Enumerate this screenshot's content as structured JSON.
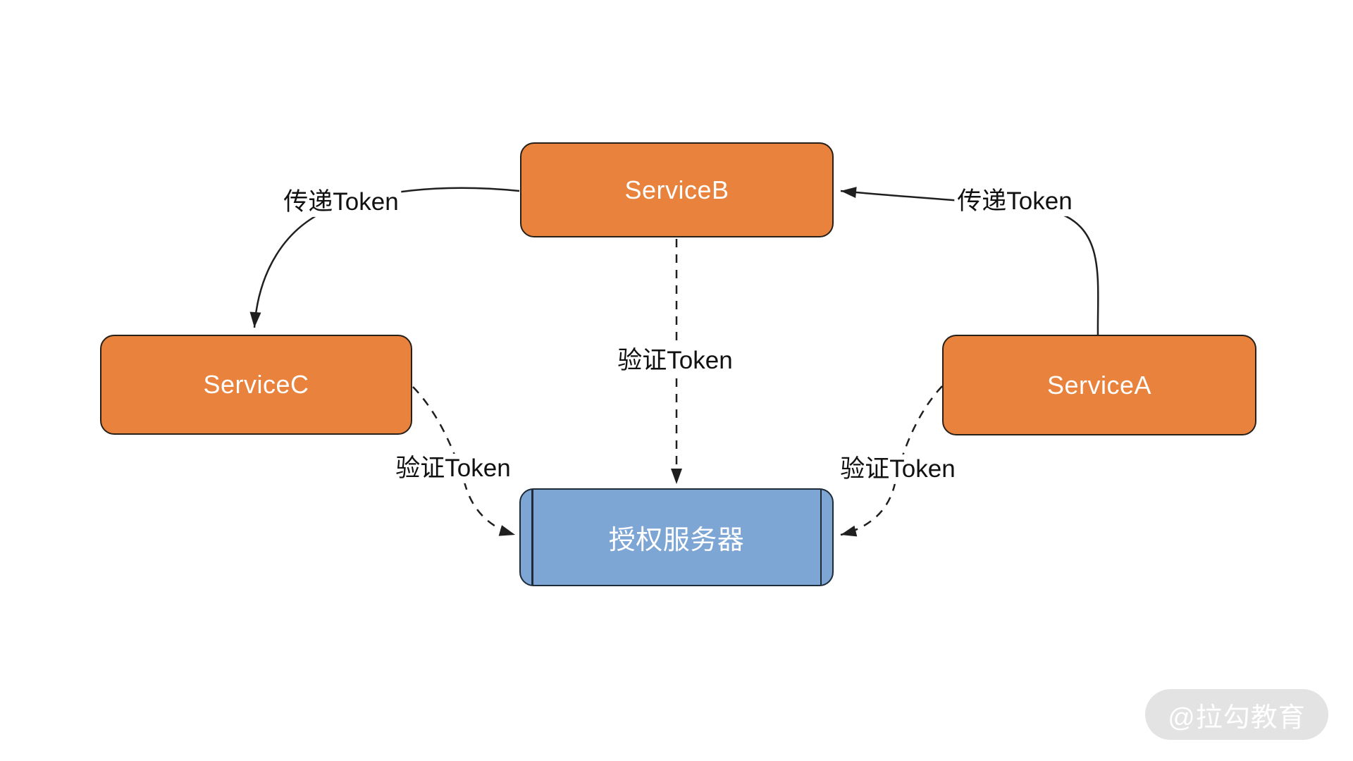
{
  "diagram": {
    "nodes": {
      "serviceB": {
        "label": "ServiceB",
        "fill": "#E8823C"
      },
      "serviceC": {
        "label": "ServiceC",
        "fill": "#E8823C"
      },
      "serviceA": {
        "label": "ServiceA",
        "fill": "#E8823C"
      },
      "authServer": {
        "label": "授权服务器",
        "fill": "#7EA6D4"
      }
    },
    "edges": {
      "b_to_c": {
        "label": "传递Token",
        "style": "solid",
        "from": "ServiceB",
        "to": "ServiceC"
      },
      "a_to_b": {
        "label": "传递Token",
        "style": "solid",
        "from": "ServiceA",
        "to": "ServiceB"
      },
      "b_to_auth": {
        "label": "验证Token",
        "style": "dashed",
        "from": "ServiceB",
        "to": "授权服务器"
      },
      "c_to_auth": {
        "label": "验证Token",
        "style": "dashed",
        "from": "ServiceC",
        "to": "授权服务器"
      },
      "a_to_auth": {
        "label": "验证Token",
        "style": "dashed",
        "from": "ServiceA",
        "to": "授权服务器"
      }
    },
    "watermark": {
      "text": "@拉勾教育"
    }
  },
  "colors": {
    "service_fill": "#E8823C",
    "service_border": "#262019",
    "auth_fill": "#7EA6D4",
    "auth_border": "#1E2B38",
    "edge_stroke": "#1F1F1F",
    "label_text": "#111111",
    "watermark_bg": "#E3E3E3",
    "watermark_text": "#FFFFFF",
    "background": "#FFFFFF"
  }
}
